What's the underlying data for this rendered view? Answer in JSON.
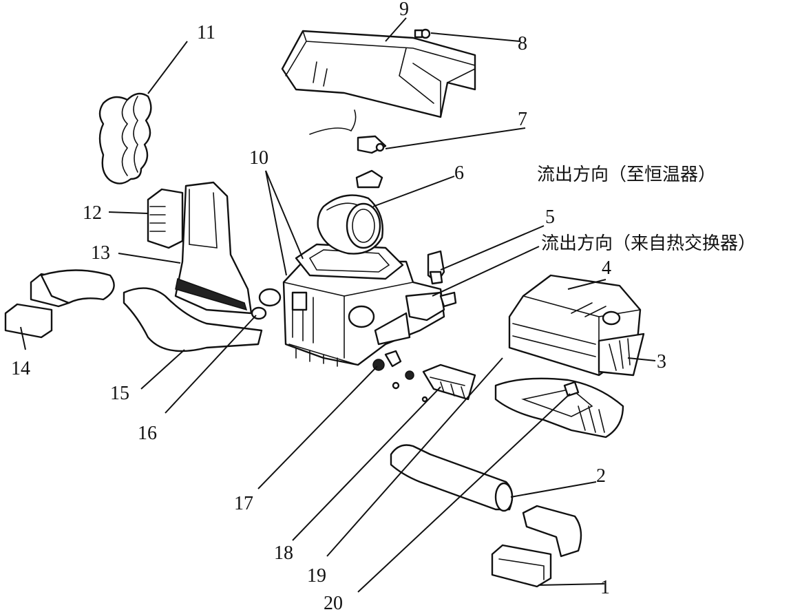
{
  "labels": {
    "n1": "1",
    "n2": "2",
    "n3": "3",
    "n4": "4",
    "n5": "5",
    "n6": "6",
    "n7": "7",
    "n8": "8",
    "n9": "9",
    "n10": "10",
    "n11": "11",
    "n12": "12",
    "n13": "13",
    "n14": "14",
    "n15": "15",
    "n16": "16",
    "n17": "17",
    "n18": "18",
    "n19": "19",
    "n20": "20"
  },
  "annotations": {
    "outflow_to_thermostat": "流出方向（至恒温器）",
    "outflow_from_heat_exchanger": "流出方向（来自热交换器）"
  }
}
